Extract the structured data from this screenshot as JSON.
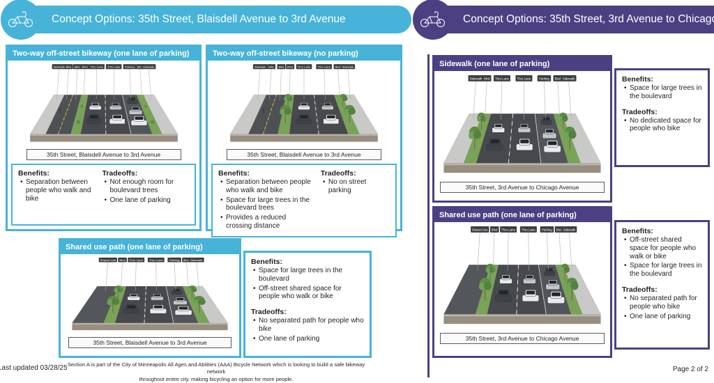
{
  "colors": {
    "blue": "#47b3d8",
    "purple": "#4c4083"
  },
  "headers": {
    "left": {
      "title": "Concept Options: 35th Street, Blaisdell Avenue to 3rd Avenue"
    },
    "right": {
      "title": "Concept Options:  35th Street, 3rd Avenue to Chicago"
    }
  },
  "labels": {
    "benefits": "Benefits:",
    "tradeoffs": "Tradeoffs:"
  },
  "cards": {
    "bikeway_parking": {
      "title": "Two-way off-street bikeway (one lane of parking)",
      "caption": "35th Street, Blaisdell Avenue to 3rd Avenue",
      "benefits": [
        "Separation between people who walk and bike"
      ],
      "tradeoffs": [
        "Not enough room for boulevard trees",
        "One lane of parking"
      ],
      "trees": false,
      "cyclist": true,
      "lanes": [
        {
          "label": "Sidewalk",
          "type": "sidewalk"
        },
        {
          "label": "Bike",
          "type": "bike"
        },
        {
          "label": "Bike",
          "type": "bike"
        },
        {
          "label": "Blvd",
          "type": "blvd"
        },
        {
          "label": "Thru Lane",
          "type": "thru"
        },
        {
          "label": "Thru Lane",
          "type": "thru"
        },
        {
          "label": "Parking",
          "type": "parking"
        },
        {
          "label": "Blvd",
          "type": "blvd"
        },
        {
          "label": "Sidewalk",
          "type": "sidewalk"
        }
      ]
    },
    "bikeway_noparking": {
      "title": "Two-way off-street bikeway (no parking)",
      "caption": "35th Street, Blaisdell Avenue to 3rd Avenue",
      "benefits": [
        "Separation between people who walk and bike",
        "Space for large trees in the boulevard trees",
        "Provides a reduced crossing distance"
      ],
      "tradeoffs": [
        "No on street parking"
      ],
      "trees": true,
      "cyclist": true,
      "lanes": [
        {
          "label": "Sidewalk",
          "type": "sidewalk"
        },
        {
          "label": "Bike",
          "type": "bike"
        },
        {
          "label": "Bike",
          "type": "bike"
        },
        {
          "label": "Blvd",
          "type": "blvd"
        },
        {
          "label": "Thru Lane",
          "type": "thru"
        },
        {
          "label": "Thru Lane",
          "type": "thru"
        },
        {
          "label": "Blvd",
          "type": "blvd"
        },
        {
          "label": "Sidewalk",
          "type": "sidewalk"
        }
      ]
    },
    "shared_left": {
      "title": "Shared use path (one lane of parking)",
      "caption": "35th Street, Blaisdell Avenue to 3rd Avenue",
      "benefits": [
        "Space for large trees in the boulevard",
        "Off-street shared space for people who walk or bike"
      ],
      "tradeoffs": [
        "No separated path for people who bike",
        "One lane of parking"
      ],
      "trees": true,
      "cyclist": false,
      "lanes": [
        {
          "label": "Shared Use",
          "type": "shared"
        },
        {
          "label": "Blvd",
          "type": "blvd"
        },
        {
          "label": "Thru Lane",
          "type": "thru"
        },
        {
          "label": "Thru Lane",
          "type": "thru"
        },
        {
          "label": "Parking",
          "type": "parking"
        },
        {
          "label": "Blvd",
          "type": "blvd"
        },
        {
          "label": "Sidewalk",
          "type": "sidewalk"
        }
      ]
    },
    "sidewalk_right": {
      "title": "Sidewalk (one lane of parking)",
      "caption": "35th Street, 3rd Avenue to Chicago Avenue",
      "benefits": [
        "Space for large trees in the boulevard"
      ],
      "tradeoffs": [
        "No dedicated space for people who bike"
      ],
      "trees": true,
      "cyclist": false,
      "lanes": [
        {
          "label": "Sidewalk",
          "type": "sidewalk"
        },
        {
          "label": "Blvd",
          "type": "blvd"
        },
        {
          "label": "Thru Lane",
          "type": "thru"
        },
        {
          "label": "Thru Lane",
          "type": "thru"
        },
        {
          "label": "Parking",
          "type": "parking"
        },
        {
          "label": "Blvd",
          "type": "blvd"
        },
        {
          "label": "Sidewalk",
          "type": "sidewalk"
        }
      ]
    },
    "shared_right": {
      "title": "Shared use path (one lane of parking)",
      "caption": "35th Street, 3rd Avenue to Chicago Avenue",
      "benefits": [
        "Off-street shared space for people who walk or bike",
        "Space for large trees in the boulevard"
      ],
      "tradeoffs": [
        "No separated path for people who bike",
        "One lane of parking"
      ],
      "trees": true,
      "cyclist": false,
      "lanes": [
        {
          "label": "Shared Use",
          "type": "shared"
        },
        {
          "label": "Blvd",
          "type": "blvd"
        },
        {
          "label": "Thru Lane",
          "type": "thru"
        },
        {
          "label": "Thru Lane",
          "type": "thru"
        },
        {
          "label": "Parking",
          "type": "parking"
        },
        {
          "label": "Blvd",
          "type": "blvd"
        },
        {
          "label": "Sidewalk",
          "type": "sidewalk"
        }
      ]
    }
  },
  "footer": {
    "left": "Last updated 03/28/25",
    "center_line1": "Section A is part of the City of Minneapolis All Ages and Abilities (AAA) Bicycle Network which is looking to build a safe bikeway network",
    "center_line2": "throughout entire city, making bicycling an option for more people.",
    "right": "Page 2 of 2"
  }
}
